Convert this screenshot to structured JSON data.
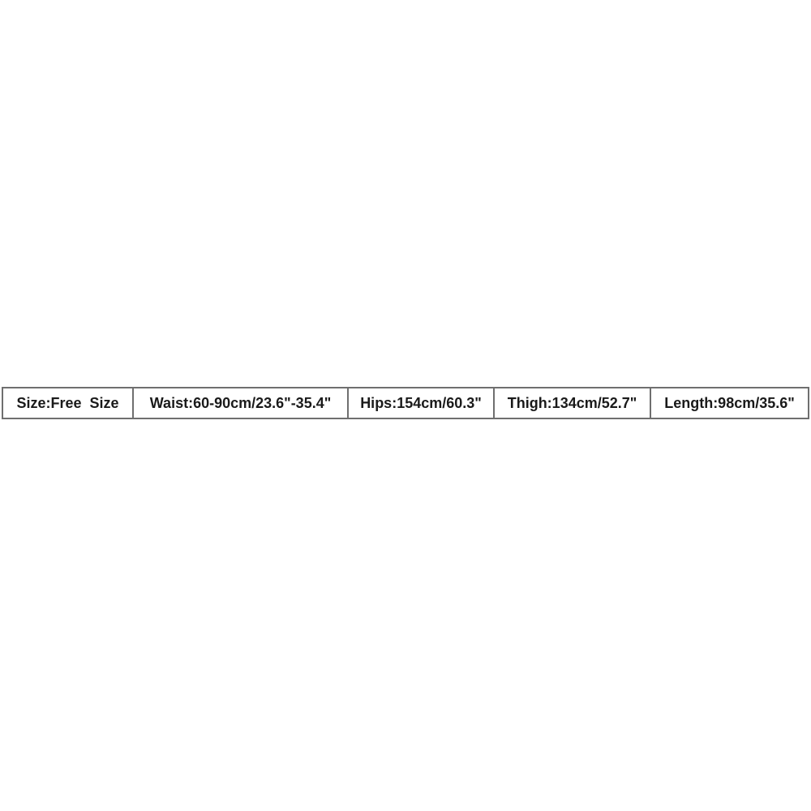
{
  "size_table": {
    "cells": [
      "Size:Free  Size",
      "Waist:60-90cm/23.6\"-35.4\"",
      "Hips:154cm/60.3\"",
      "Thigh:134cm/52.7\"",
      "Length:98cm/35.6\""
    ],
    "border_color": "#6f6f6f",
    "text_color": "#1a1a1a",
    "background_color": "#ffffff"
  }
}
